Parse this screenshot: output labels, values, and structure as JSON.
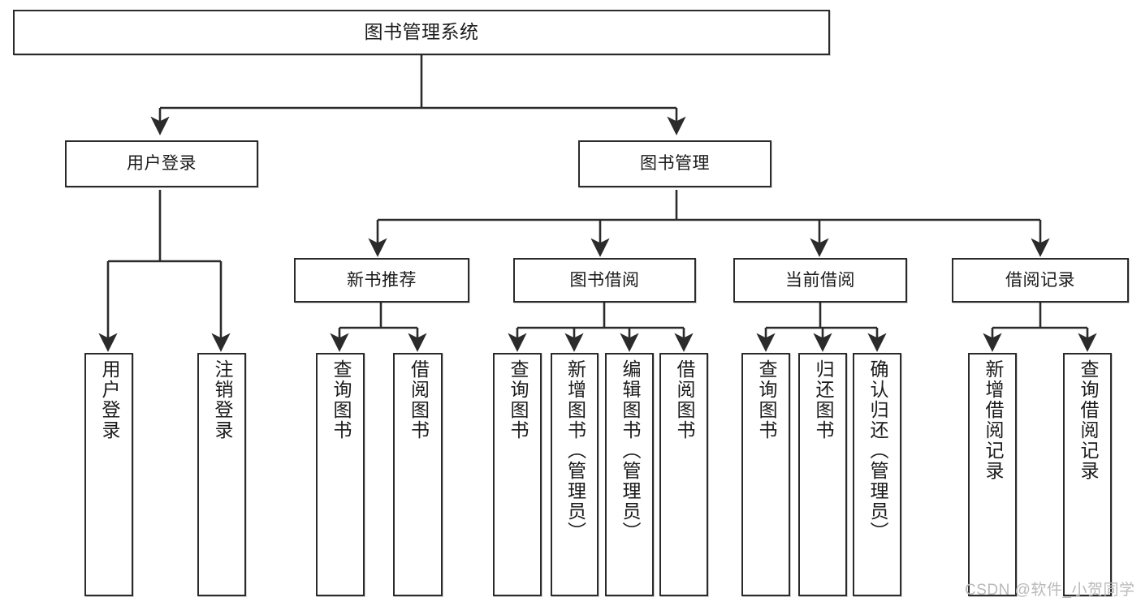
{
  "diagram": {
    "title": "图书管理系统",
    "type": "tree-hierarchy",
    "watermark": "CSDN @软件_小贺同学",
    "nodes": {
      "root": {
        "label": "图书管理系统"
      },
      "level2": [
        {
          "id": "user-login",
          "label": "用户登录"
        },
        {
          "id": "book-management",
          "label": "图书管理"
        }
      ],
      "level3": [
        {
          "id": "new-book-recommend",
          "label": "新书推荐"
        },
        {
          "id": "book-borrow",
          "label": "图书借阅"
        },
        {
          "id": "current-borrow",
          "label": "当前借阅"
        },
        {
          "id": "borrow-record",
          "label": "借阅记录"
        }
      ],
      "leaves": {
        "user_login": [
          {
            "id": "leaf-user-login",
            "label": "用户登录"
          },
          {
            "id": "leaf-logout-login",
            "label": "注销登录"
          }
        ],
        "new_book_recommend": [
          {
            "id": "leaf-query-book-1",
            "label": "查询图书"
          },
          {
            "id": "leaf-borrow-book-1",
            "label": "借阅图书"
          }
        ],
        "book_borrow": [
          {
            "id": "leaf-query-book-2",
            "label": "查询图书"
          },
          {
            "id": "leaf-add-book-admin",
            "label": "新增图书（管理员）"
          },
          {
            "id": "leaf-edit-book-admin",
            "label": "编辑图书（管理员）"
          },
          {
            "id": "leaf-borrow-book-2",
            "label": "借阅图书"
          }
        ],
        "current_borrow": [
          {
            "id": "leaf-query-book-3",
            "label": "查询图书"
          },
          {
            "id": "leaf-return-book",
            "label": "归还图书"
          },
          {
            "id": "leaf-confirm-return-admin",
            "label": "确认归还（管理员）"
          }
        ],
        "borrow_record": [
          {
            "id": "leaf-add-borrow-record",
            "label": "新增借阅记录"
          },
          {
            "id": "leaf-query-borrow-record",
            "label": "查询借阅记录"
          }
        ]
      }
    },
    "colors": {
      "stroke": "#2b2b2b",
      "fill": "#ffffff",
      "text": "#1a1a1a",
      "watermark": "#b9b9b9"
    }
  }
}
